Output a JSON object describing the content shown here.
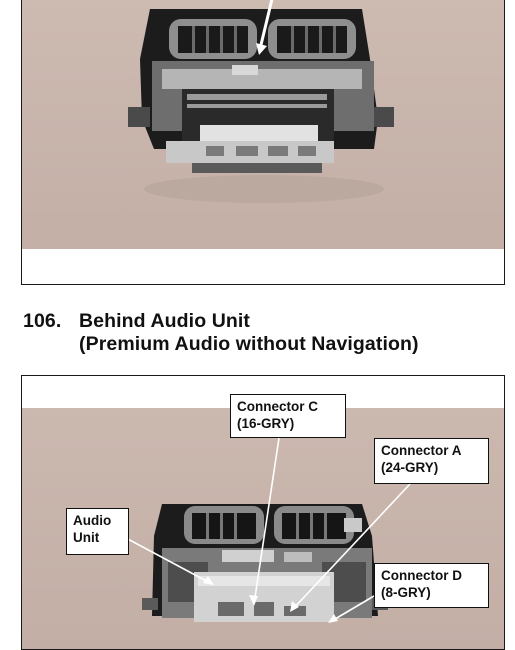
{
  "heading": {
    "number": "106.",
    "line1": "Behind Audio Unit",
    "line2": "(Premium Audio without Navigation)"
  },
  "callouts": {
    "connector_c": {
      "name": "Connector C",
      "spec": "(16-GRY)"
    },
    "connector_a": {
      "name": "Connector A",
      "spec": "(24-GRY)"
    },
    "audio_unit": {
      "line1": "Audio",
      "line2": "Unit"
    },
    "connector_d": {
      "name": "Connector D",
      "spec": "(8-GRY)"
    }
  },
  "colors": {
    "photo_background": "#c9b6ae",
    "panel_black": "#1c1c1c",
    "vent_gray": "#8a8a8a",
    "unit_metal": "#cfcfcf",
    "frame_border": "#1a1a1a"
  },
  "icons": {
    "photo_top": "dashboard-center-panel-photo",
    "photo_bottom": "audio-unit-connectors-photo"
  }
}
